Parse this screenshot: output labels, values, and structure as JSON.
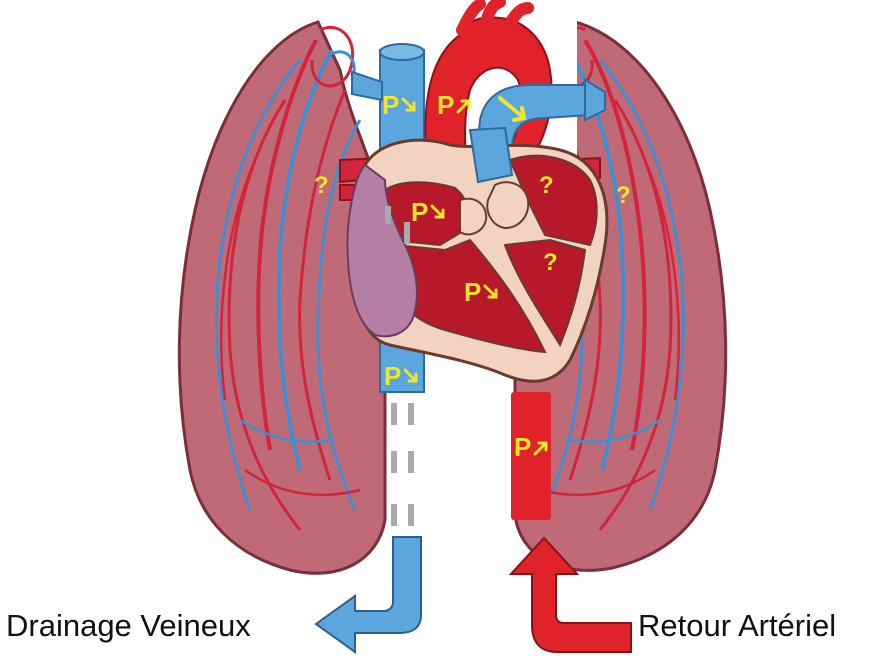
{
  "labels": {
    "venous_drainage": "Drainage Veineux",
    "arterial_return": "Retour Artériel"
  },
  "markers": {
    "pressure": "P",
    "unknown": "?"
  },
  "colors": {
    "venous": "#5ba6dc",
    "arterial": "#e0232a",
    "lung": "#c06a78",
    "lung_edge": "#7a2e3a",
    "heart_muscle": "#b8192a",
    "pericardium": "#f2d2c0",
    "marker": "#f2e42a",
    "cannula_dash": "#a9a9a9"
  },
  "icons": {
    "pressure_down": "arrow-down-right-icon",
    "pressure_up": "arrow-up-right-icon",
    "flow": "arrow-down-right-icon"
  }
}
